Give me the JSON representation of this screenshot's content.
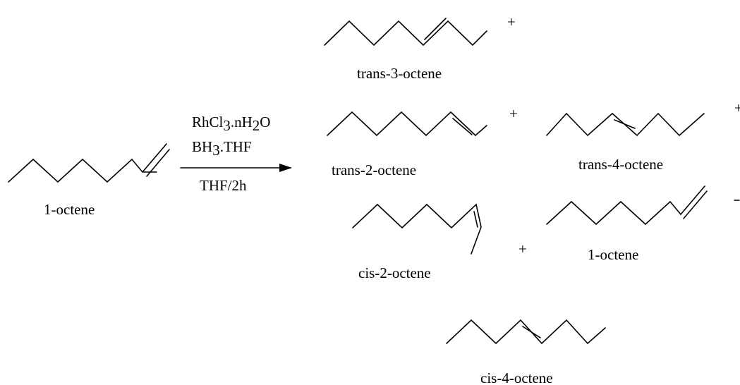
{
  "reaction": {
    "reactant": "1-octene",
    "reagents": {
      "line1_main": "RhCl",
      "line1_sub1": "3",
      "line1_mid": ".nH",
      "line1_sub2": "2",
      "line1_end": "O",
      "line2_main": "BH",
      "line2_sub": "3",
      "line2_end": ".THF",
      "conditions": "THF/2h"
    },
    "plus_sign": "+",
    "products": [
      "trans-3-octene",
      "trans-2-octene",
      "trans-4-octene",
      "cis-2-octene",
      "1-octene",
      "cis-4-octene"
    ]
  },
  "colors": {
    "ink": "#000000",
    "background": "#ffffff"
  }
}
